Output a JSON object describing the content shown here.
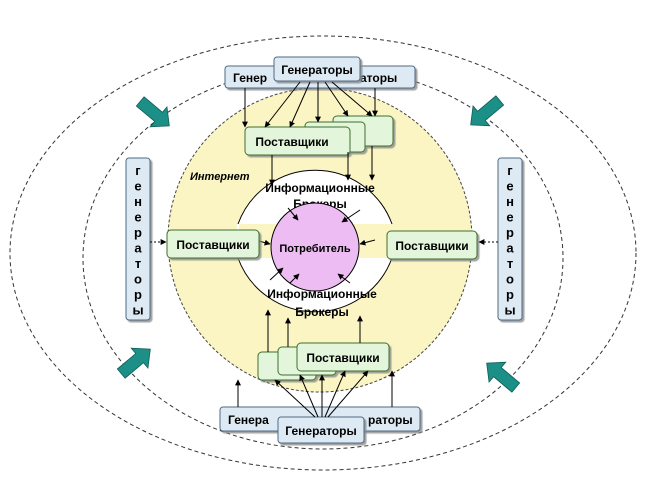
{
  "diagram": {
    "internet_label": "Интернет",
    "consumer": "Потребитель",
    "broker_top": {
      "line1": "Информационные",
      "line2": "Брокеры"
    },
    "broker_bottom": {
      "line1": "Информационные",
      "line2": "Брокеры"
    },
    "suppliers_top": "Поставщики",
    "suppliers_left": "Поставщики",
    "suppliers_right": "Поставщики",
    "suppliers_bottom": "Поставщики",
    "generators_top_front": "Генераторы",
    "generators_top_back_left": "Генер",
    "generators_top_back_right": "аторы",
    "generators_bottom_front": "Генераторы",
    "generators_bottom_back_left": "Генера",
    "generators_bottom_back_right": "раторы",
    "generators_left_vertical": [
      "г",
      "е",
      "н",
      "е",
      "р",
      "а",
      "т",
      "о",
      "р",
      "ы"
    ],
    "generators_right_vertical": [
      "г",
      "е",
      "н",
      "е",
      "р",
      "а",
      "т",
      "о",
      "р",
      "ы"
    ],
    "colors": {
      "inner_circle": "#fbf5c4",
      "consumer_fill": "#ecbcf2",
      "box_fill": "#e3f5da",
      "box_stroke": "#3d6e2e",
      "gen_fill": "#dde9f3",
      "gen_stroke": "#506a86",
      "teal_arrow": "#1c8f86"
    }
  }
}
